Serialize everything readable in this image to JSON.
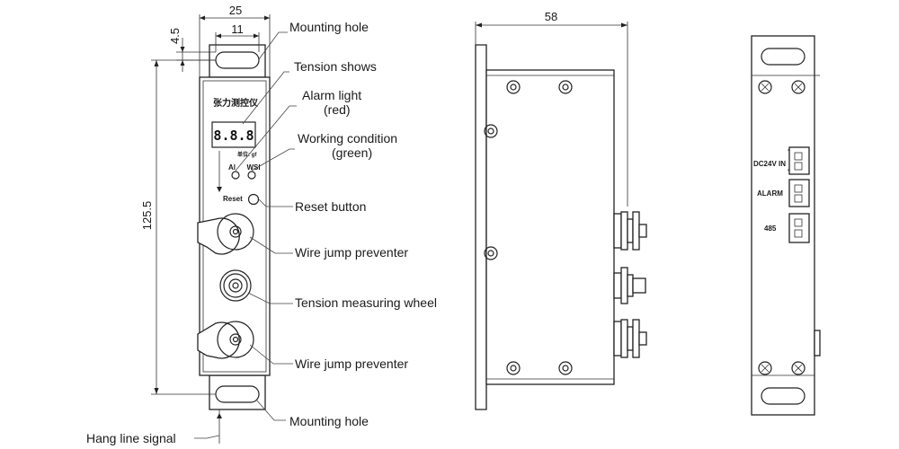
{
  "front_view": {
    "panel_title": "张力测控仪",
    "display_value": "8.8.8",
    "unit_text": "单位: gf",
    "led_al": "Al",
    "led_wsi": "WSI",
    "reset_text": "Reset"
  },
  "dimensions": {
    "width_outer": "25",
    "width_hole": "11",
    "hole_offset": "4.5",
    "height": "125.5",
    "depth": "58"
  },
  "callouts": {
    "mounting_hole_top": "Mounting hole",
    "tension_shows": "Tension shows",
    "alarm_light_1": "Alarm light",
    "alarm_light_2": "(red)",
    "working_1": "Working condition",
    "working_2": "(green)",
    "reset_button": "Reset button",
    "wire_jump_1": "Wire jump preventer",
    "tension_wheel": "Tension measuring wheel",
    "wire_jump_2": "Wire jump preventer",
    "mounting_hole_bottom": "Mounting hole",
    "hang_line": "Hang line signal"
  },
  "back_view": {
    "dc_label": "DC24V IN",
    "plus": "+",
    "minus": "-",
    "alarm_label": "ALARM",
    "rs485_label": "485"
  }
}
